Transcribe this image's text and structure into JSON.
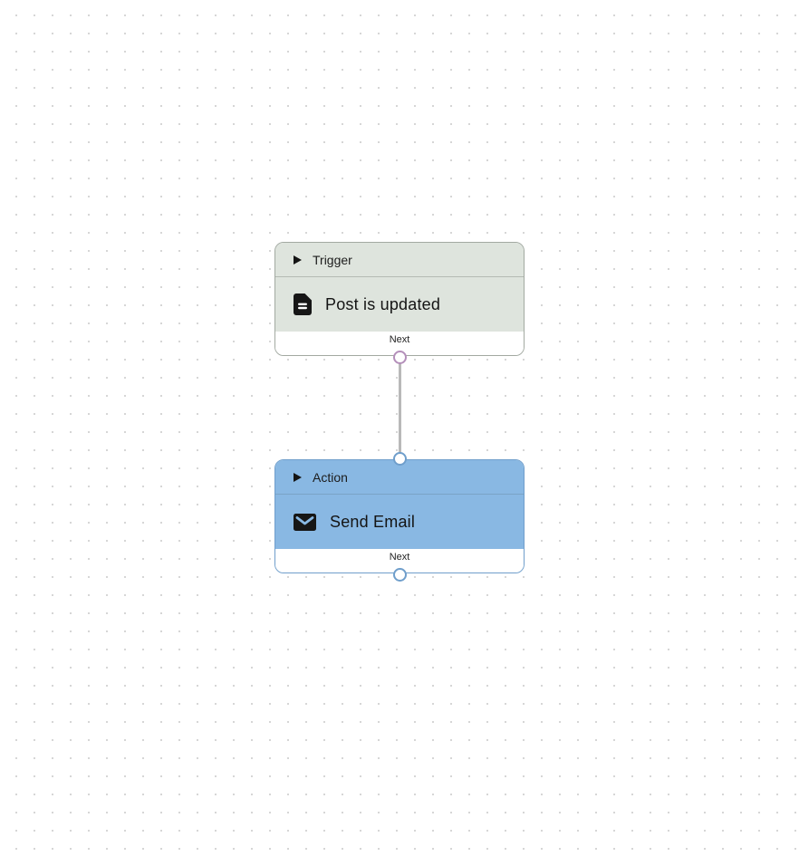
{
  "canvas": {
    "background_color": "#ffffff",
    "dot_color": "#d6d6d6"
  },
  "nodes": [
    {
      "id": "trigger",
      "header_label": "Trigger",
      "title": "Post is updated",
      "footer_label": "Next",
      "icon": "document-icon",
      "colors": {
        "fill": "#dee4dd",
        "border": "#a2a9a1",
        "divider": "#b4bab3",
        "port": "#b48fba"
      }
    },
    {
      "id": "action",
      "header_label": "Action",
      "title": "Send Email",
      "footer_label": "Next",
      "icon": "mail-icon",
      "colors": {
        "fill": "#89b8e3",
        "border": "#6f9ecb",
        "divider": "#7ba3c6",
        "port": "#6f9ecb"
      }
    }
  ],
  "edge": {
    "color": "#b9b9b9"
  }
}
